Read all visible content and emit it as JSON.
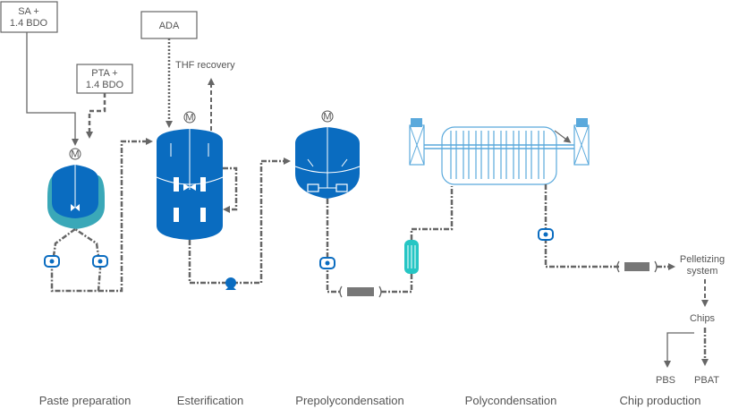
{
  "inputs": {
    "sa_bdo": [
      "SA +",
      "1.4 BDO"
    ],
    "pta_bdo": [
      "PTA +",
      "1.4 BDO"
    ],
    "ada": "ADA"
  },
  "labels": {
    "thf_recovery": "THF recovery",
    "pelletizing": [
      "Pelletizing",
      "system"
    ],
    "chips": "Chips",
    "pbs": "PBS",
    "pbat": "PBAT",
    "motor": "M"
  },
  "stages": [
    "Paste preparation",
    "Esterification",
    "Prepolycondensation",
    "Polycondensation",
    "Chip production"
  ],
  "colors": {
    "vessel_blue": "#0a6cc0",
    "vessel_teal": "#3aa8b8",
    "reactor_light": "#5aa9dc",
    "line_gray": "#666666",
    "filter_cyan": "#26c6c4"
  }
}
